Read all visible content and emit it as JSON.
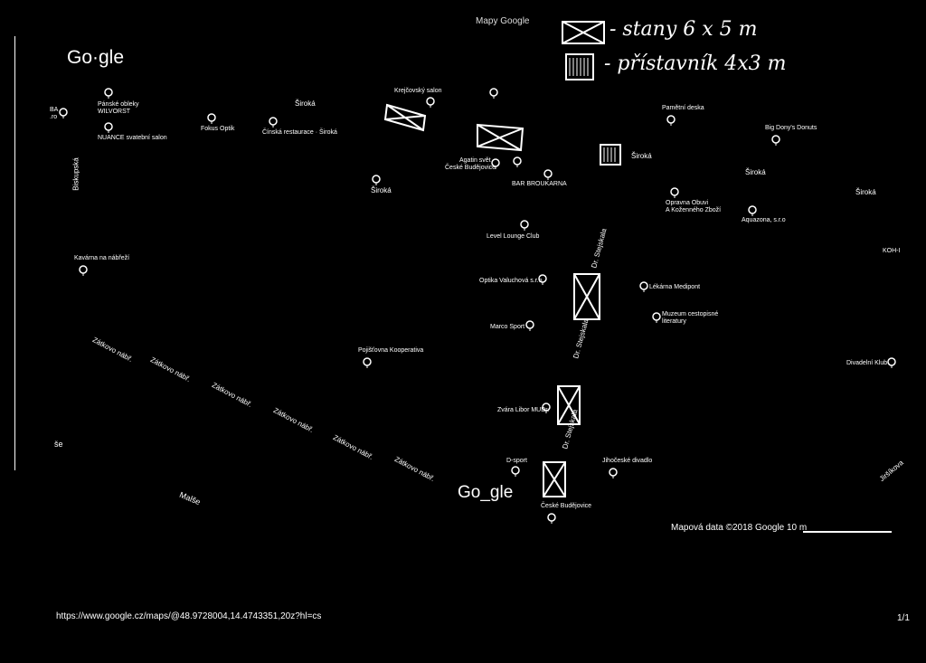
{
  "header_text": "Mapy Google",
  "logo_top": "Go·gle",
  "logo_bottom": "Go_gle",
  "legend": {
    "item1_text": "- stany 6 x 5 m",
    "item2_text": "- přístavník 4x3 m"
  },
  "places": {
    "pansky_title": "Pánské obleky",
    "pansky_sub": "WILVORST",
    "nuance": "NUANCE svatební salon",
    "fokus": "Fokus Optik",
    "cinska": "Čínská restaurace · Široká",
    "krejcovsky": "Krejčovský salon",
    "agatin1": "Agatin svět -",
    "agatin2": "České Budějovice",
    "bar": "BAR BROUKARNA",
    "pametni": "Pamětní deska",
    "bigdonys": "Big Dony's Donuts",
    "opravna1": "Opravna Obuvi",
    "opravna2": "A Koženného Zboží",
    "aquazona": "Aquazona, s.r.o",
    "level": "Level Lounge Club",
    "kavarna": "Kavárna na nábřeží",
    "optika": "Optika Valuchová s.r.o.",
    "lekarna": "Lékárna Medipont",
    "muzeum1": "Muzeum cestopisné",
    "muzeum2": "literatury",
    "marco": "Marco Sport",
    "pojistovna": "Pojišťovna Kooperativa",
    "divadelni": "Divadelní Klub",
    "zvara": "Zvára Libor MUDr.",
    "dsport": "D-sport",
    "jihoceske": "Jihočeské divadlo",
    "cesky_bud": "České Budějovice",
    "koh": "KOH-I",
    "ba_fragment": "BA\n.ro"
  },
  "streets": {
    "siroka": "Široká",
    "biskupska": "Biskupská",
    "zatkovo": "Zátkovo nábř.",
    "stejskala": "Dr. Stejskala",
    "malse": "Malše",
    "jirsikova": "Jiršíkova",
    "se_fragment": "še"
  },
  "footer": {
    "map_data": "Mapová data ©2018 Google",
    "scale": "10 m",
    "url": "https://www.google.cz/maps/@48.9728004,14.4743351,20z?hl=cs",
    "page": "1/1"
  }
}
